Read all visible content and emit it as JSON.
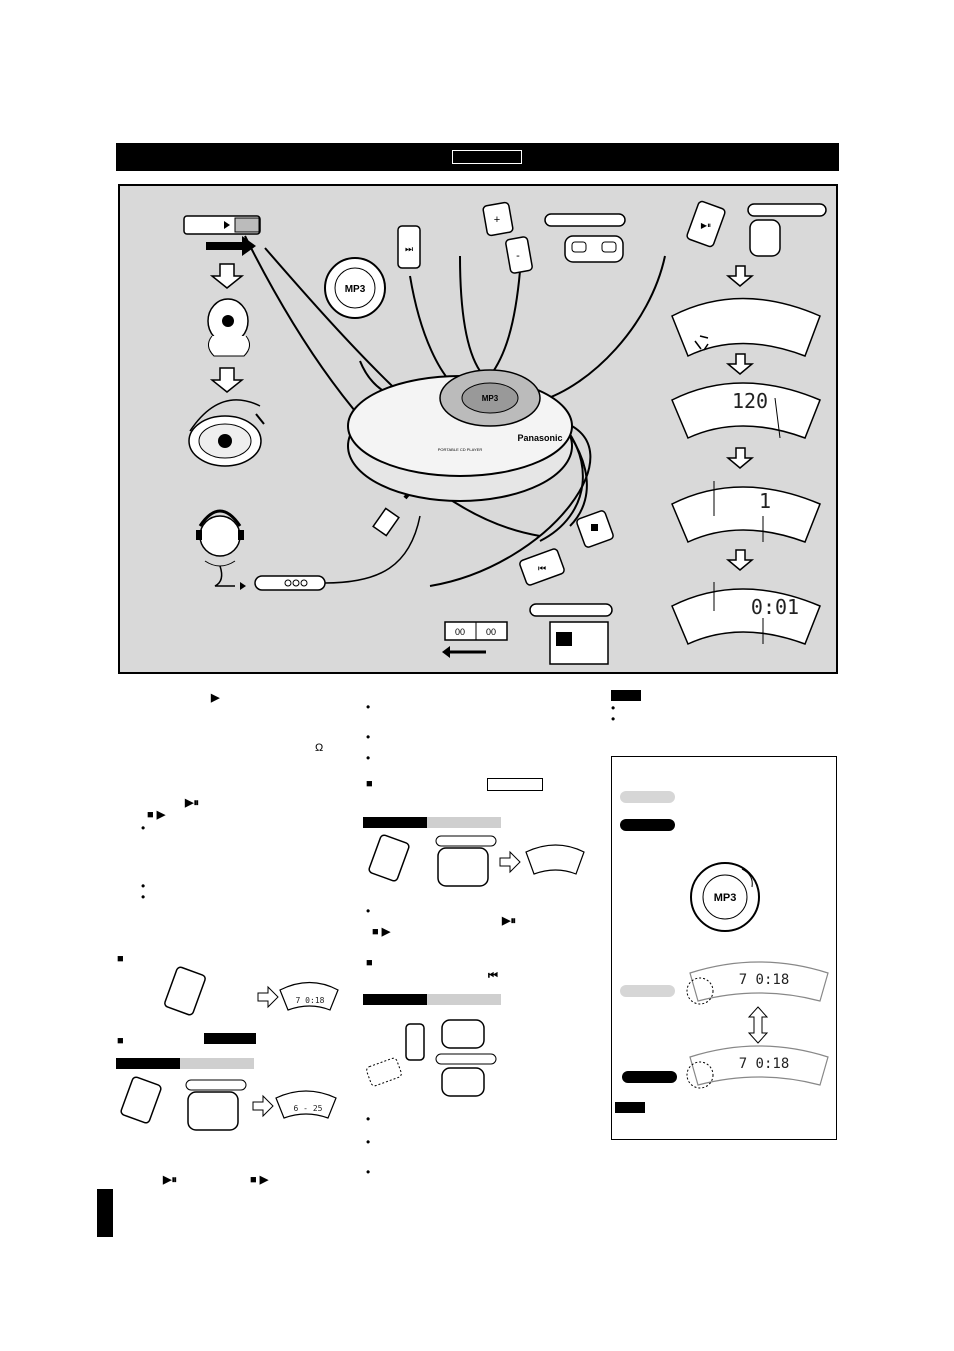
{
  "figure": {
    "device_brand": "Panasonic",
    "device_label": "PORTABLE CD PLAYER",
    "mp3_label": "MP3",
    "displays": [
      {
        "text": "120"
      },
      {
        "text": "1"
      },
      {
        "text": "0:01"
      }
    ],
    "counter_digits": [
      "00",
      "00"
    ]
  },
  "text_col": {
    "sec_play_glyph": "▶",
    "headphone_glyph": "Ω",
    "play_pause_glyph": "▶⏸",
    "stop_play_glyph": "■ ▶",
    "bottom_glyph_a": "▶⏸",
    "bottom_glyph_b": "■ ▶",
    "small_lcd_1": "7  0:18",
    "small_lcd_2": "6 - 25"
  },
  "mid_col": {
    "play_pause_glyph": "▶⏸",
    "stop_play_glyph": "■ ▶",
    "skip_glyph": "⏮"
  },
  "panel": {
    "mp3_label": "MP3",
    "lcd_text_1": "7   0:18",
    "lcd_text_2": "7   0:18"
  }
}
